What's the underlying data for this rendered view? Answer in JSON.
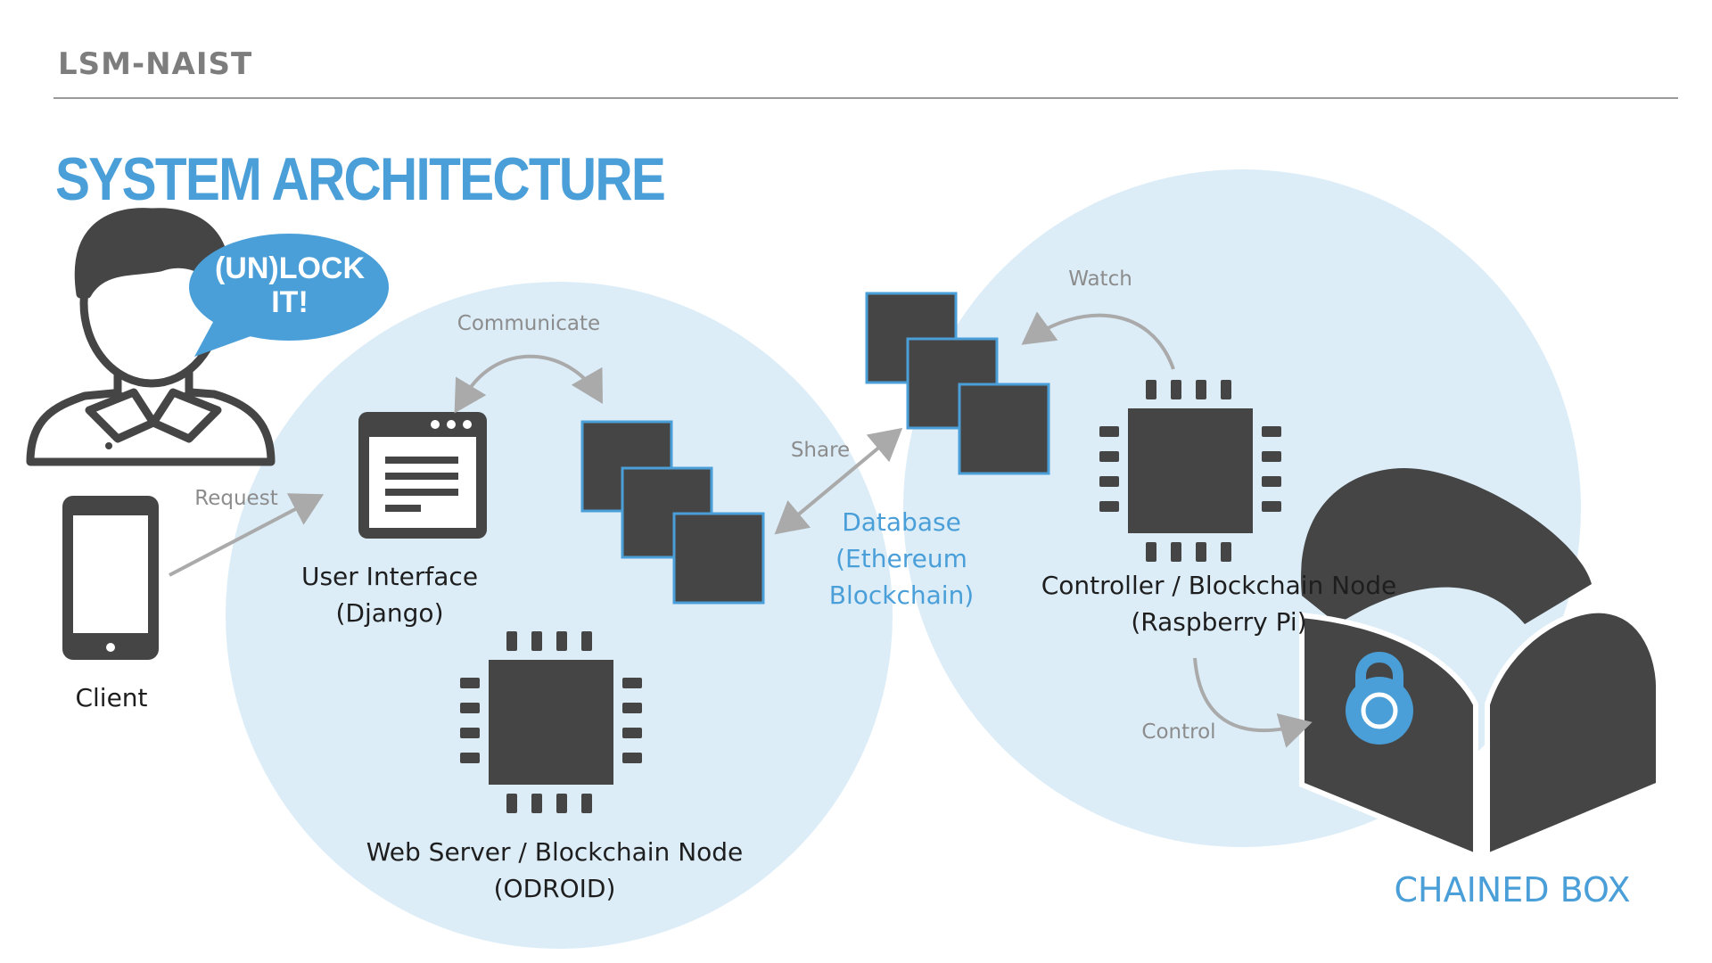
{
  "header": {
    "brand": "LSM-NAIST"
  },
  "title": "SYSTEM ARCHITECTURE",
  "speech_bubble": {
    "line1": "(UN)LOCK",
    "line2": "IT!"
  },
  "nodes": {
    "client": "Client",
    "ui": {
      "line1": "User Interface",
      "line2": "(Django)"
    },
    "web_server": {
      "line1": "Web Server / Blockchain Node",
      "line2": "(ODROID)"
    },
    "database": {
      "line1": "Database",
      "line2": "(Ethereum",
      "line3": "Blockchain)"
    },
    "controller": {
      "line1": "Controller / Blockchain Node",
      "line2": "(Raspberry Pi)"
    },
    "box": "CHAINED BOX"
  },
  "edges": {
    "request": "Request",
    "communicate": "Communicate",
    "share": "Share",
    "watch": "Watch",
    "control": "Control"
  },
  "colors": {
    "accent": "#4a9fd8",
    "circle": "#dcedf8",
    "icon": "#454545",
    "block_border": "#4a9fd8",
    "arrow": "#aaaaaa"
  }
}
